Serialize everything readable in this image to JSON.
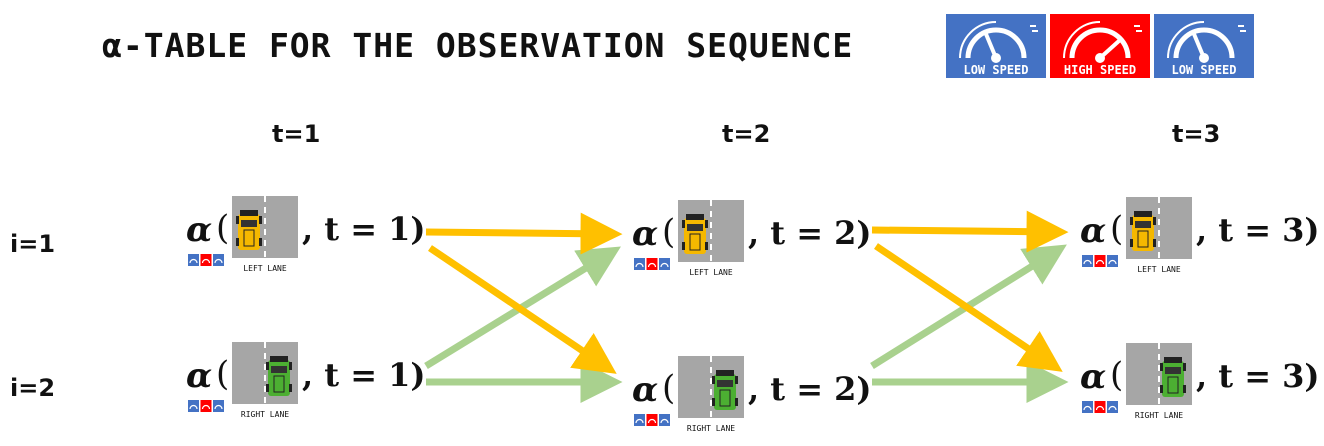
{
  "title": "α-TABLE FOR THE OBSERVATION SEQUENCE",
  "observations": [
    {
      "label": "LOW SPEED",
      "color": "#4472C4"
    },
    {
      "label": "HIGH SPEED",
      "color": "#FF0000"
    },
    {
      "label": "LOW SPEED",
      "color": "#4472C4"
    }
  ],
  "time_labels": [
    "t=1",
    "t=2",
    "t=3"
  ],
  "state_labels": [
    "i=1",
    "i=2"
  ],
  "terms": [
    {
      "alpha": "α",
      "open": "(",
      "tail": ", t = 1)",
      "lane": "LEFT LANE",
      "car_color": "#F5B800"
    },
    {
      "alpha": "α",
      "open": "(",
      "tail": ", t = 2)",
      "lane": "LEFT LANE",
      "car_color": "#F5B800"
    },
    {
      "alpha": "α",
      "open": "(",
      "tail": ", t = 3)",
      "lane": "LEFT LANE",
      "car_color": "#F5B800"
    },
    {
      "alpha": "α",
      "open": "(",
      "tail": ", t = 1)",
      "lane": "RIGHT LANE",
      "car_color": "#4CAF32"
    },
    {
      "alpha": "α",
      "open": "(",
      "tail": ", t = 2)",
      "lane": "RIGHT LANE",
      "car_color": "#4CAF32"
    },
    {
      "alpha": "α",
      "open": "(",
      "tail": ", t = 3)",
      "lane": "RIGHT LANE",
      "car_color": "#4CAF32"
    }
  ],
  "arrow_colors": {
    "from_left": "#FFC000",
    "from_right": "#A9D18E"
  }
}
